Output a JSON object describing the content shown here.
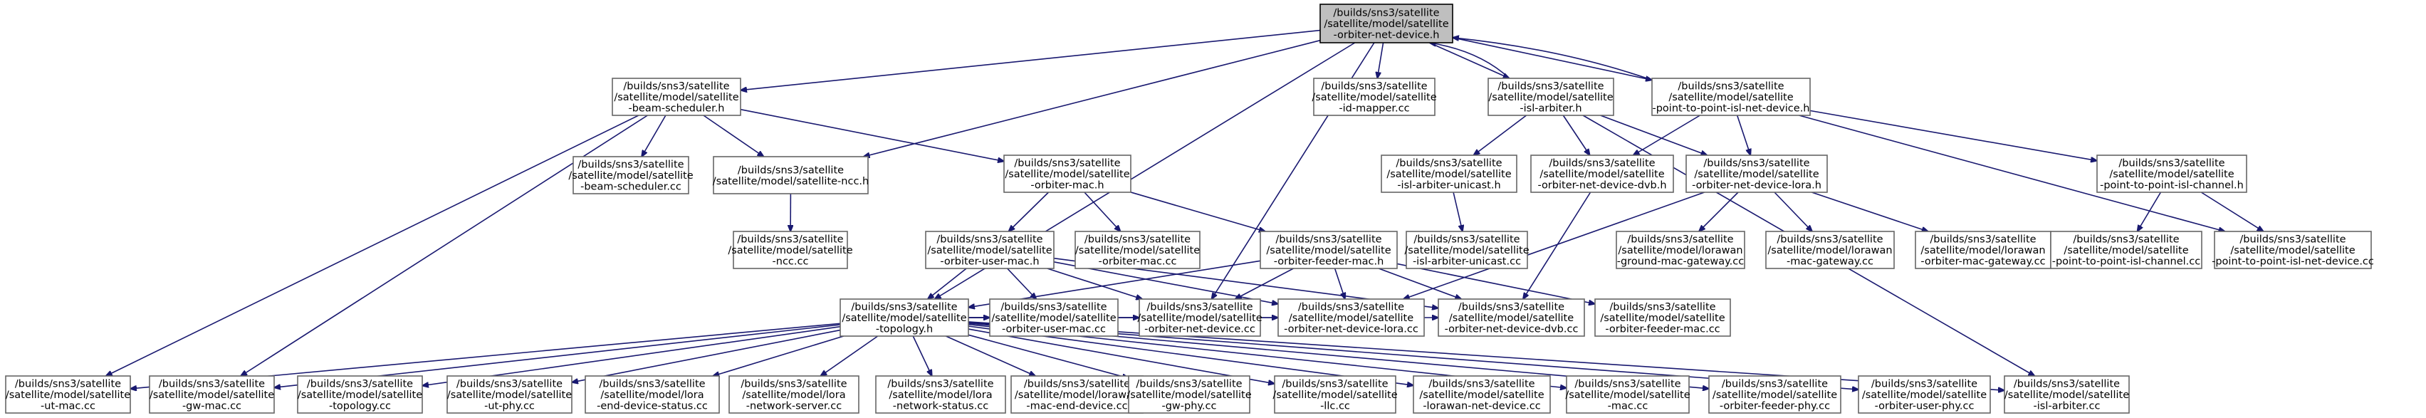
{
  "graph": {
    "type": "include-dependency-graph",
    "colors": {
      "edge": "#191970",
      "node_border": "#666666",
      "root_fill": "#bfbfbf"
    },
    "nodes": [
      {
        "id": "root",
        "lines": [
          "/builds/sns3/satellite",
          "/satellite/model/satellite",
          "-orbiter-net-device.h"
        ]
      },
      {
        "id": "beam_sched_h",
        "lines": [
          "/builds/sns3/satellite",
          "/satellite/model/satellite",
          "-beam-scheduler.h"
        ]
      },
      {
        "id": "id_mapper_cc",
        "lines": [
          "/builds/sns3/satellite",
          "/satellite/model/satellite",
          "-id-mapper.cc"
        ]
      },
      {
        "id": "isl_arbiter_h",
        "lines": [
          "/builds/sns3/satellite",
          "/satellite/model/satellite",
          "-isl-arbiter.h"
        ]
      },
      {
        "id": "p2p_isl_nd_h",
        "lines": [
          "/builds/sns3/satellite",
          "/satellite/model/satellite",
          "-point-to-point-isl-net-device.h"
        ]
      },
      {
        "id": "beam_sched_cc",
        "lines": [
          "/builds/sns3/satellite",
          "/satellite/model/satellite",
          "-beam-scheduler.cc"
        ]
      },
      {
        "id": "ncc_h",
        "lines": [
          "/builds/sns3/satellite",
          "/satellite/model/satellite-ncc.h"
        ]
      },
      {
        "id": "orbiter_mac_h",
        "lines": [
          "/builds/sns3/satellite",
          "/satellite/model/satellite",
          "-orbiter-mac.h"
        ]
      },
      {
        "id": "isl_unicast_h",
        "lines": [
          "/builds/sns3/satellite",
          "/satellite/model/satellite",
          "-isl-arbiter-unicast.h"
        ]
      },
      {
        "id": "ond_dvb_h",
        "lines": [
          "/builds/sns3/satellite",
          "/satellite/model/satellite",
          "-orbiter-net-device-dvb.h"
        ]
      },
      {
        "id": "ond_lora_h",
        "lines": [
          "/builds/sns3/satellite",
          "/satellite/model/satellite",
          "-orbiter-net-device-lora.h"
        ]
      },
      {
        "id": "p2p_isl_ch_h",
        "lines": [
          "/builds/sns3/satellite",
          "/satellite/model/satellite",
          "-point-to-point-isl-channel.h"
        ]
      },
      {
        "id": "ncc_cc",
        "lines": [
          "/builds/sns3/satellite",
          "/satellite/model/satellite",
          "-ncc.cc"
        ]
      },
      {
        "id": "user_mac_h",
        "lines": [
          "/builds/sns3/satellite",
          "/satellite/model/satellite",
          "-orbiter-user-mac.h"
        ]
      },
      {
        "id": "orbiter_mac_cc",
        "lines": [
          "/builds/sns3/satellite",
          "/satellite/model/satellite",
          "-orbiter-mac.cc"
        ]
      },
      {
        "id": "feeder_mac_h",
        "lines": [
          "/builds/sns3/satellite",
          "/satellite/model/satellite",
          "-orbiter-feeder-mac.h"
        ]
      },
      {
        "id": "isl_unicast_cc",
        "lines": [
          "/builds/sns3/satellite",
          "/satellite/model/satellite",
          "-isl-arbiter-unicast.cc"
        ]
      },
      {
        "id": "ground_gw_cc",
        "lines": [
          "/builds/sns3/satellite",
          "/satellite/model/lorawan",
          "-ground-mac-gateway.cc"
        ]
      },
      {
        "id": "mac_gw_cc",
        "lines": [
          "/builds/sns3/satellite",
          "/satellite/model/lorawan",
          "-mac-gateway.cc"
        ]
      },
      {
        "id": "orbiter_gw_cc",
        "lines": [
          "/builds/sns3/satellite",
          "/satellite/model/lorawan",
          "-orbiter-mac-gateway.cc"
        ]
      },
      {
        "id": "p2p_isl_ch_cc",
        "lines": [
          "/builds/sns3/satellite",
          "/satellite/model/satellite",
          "-point-to-point-isl-channel.cc"
        ]
      },
      {
        "id": "p2p_isl_nd_cc",
        "lines": [
          "/builds/sns3/satellite",
          "/satellite/model/satellite",
          "-point-to-point-isl-net-device.cc"
        ]
      },
      {
        "id": "topology_h",
        "lines": [
          "/builds/sns3/satellite",
          "/satellite/model/satellite",
          "-topology.h"
        ]
      },
      {
        "id": "user_mac_cc",
        "lines": [
          "/builds/sns3/satellite",
          "/satellite/model/satellite",
          "-orbiter-user-mac.cc"
        ]
      },
      {
        "id": "ond_cc",
        "lines": [
          "/builds/sns3/satellite",
          "/satellite/model/satellite",
          "-orbiter-net-device.cc"
        ]
      },
      {
        "id": "ond_lora_cc",
        "lines": [
          "/builds/sns3/satellite",
          "/satellite/model/satellite",
          "-orbiter-net-device-lora.cc"
        ]
      },
      {
        "id": "ond_dvb_cc",
        "lines": [
          "/builds/sns3/satellite",
          "/satellite/model/satellite",
          "-orbiter-net-device-dvb.cc"
        ]
      },
      {
        "id": "feeder_mac_cc",
        "lines": [
          "/builds/sns3/satellite",
          "/satellite/model/satellite",
          "-orbiter-feeder-mac.cc"
        ]
      },
      {
        "id": "ut_mac_cc",
        "lines": [
          "/builds/sns3/satellite",
          "/satellite/model/satellite",
          "-ut-mac.cc"
        ]
      },
      {
        "id": "gw_mac_cc",
        "lines": [
          "/builds/sns3/satellite",
          "/satellite/model/satellite",
          "-gw-mac.cc"
        ]
      },
      {
        "id": "topology_cc",
        "lines": [
          "/builds/sns3/satellite",
          "/satellite/model/satellite",
          "-topology.cc"
        ]
      },
      {
        "id": "ut_phy_cc",
        "lines": [
          "/builds/sns3/satellite",
          "/satellite/model/satellite",
          "-ut-phy.cc"
        ]
      },
      {
        "id": "lora_eds_cc",
        "lines": [
          "/builds/sns3/satellite",
          "/satellite/model/lora",
          "-end-device-status.cc"
        ]
      },
      {
        "id": "lora_ns_cc",
        "lines": [
          "/builds/sns3/satellite",
          "/satellite/model/lora",
          "-network-server.cc"
        ]
      },
      {
        "id": "lora_nst_cc",
        "lines": [
          "/builds/sns3/satellite",
          "/satellite/model/lora",
          "-network-status.cc"
        ]
      },
      {
        "id": "lorawan_ed_cc",
        "lines": [
          "/builds/sns3/satellite",
          "/satellite/model/lorawan",
          "-mac-end-device.cc"
        ]
      },
      {
        "id": "gw_phy_cc",
        "lines": [
          "/builds/sns3/satellite",
          "/satellite/model/satellite",
          "-gw-phy.cc"
        ]
      },
      {
        "id": "llc_cc",
        "lines": [
          "/builds/sns3/satellite",
          "/satellite/model/satellite",
          "-llc.cc"
        ]
      },
      {
        "id": "lorawan_nd_cc",
        "lines": [
          "/builds/sns3/satellite",
          "/satellite/model/satellite",
          "-lorawan-net-device.cc"
        ]
      },
      {
        "id": "mac_cc",
        "lines": [
          "/builds/sns3/satellite",
          "/satellite/model/satellite",
          "-mac.cc"
        ]
      },
      {
        "id": "feeder_phy_cc",
        "lines": [
          "/builds/sns3/satellite",
          "/satellite/model/satellite",
          "-orbiter-feeder-phy.cc"
        ]
      },
      {
        "id": "user_phy_cc",
        "lines": [
          "/builds/sns3/satellite",
          "/satellite/model/satellite",
          "-orbiter-user-phy.cc"
        ]
      },
      {
        "id": "isl_arbiter_cc",
        "lines": [
          "/builds/sns3/satellite",
          "/satellite/model/satellite",
          "-isl-arbiter.cc"
        ]
      }
    ],
    "edges": [
      [
        "root",
        "beam_sched_h"
      ],
      [
        "root",
        "id_mapper_cc"
      ],
      [
        "root",
        "isl_arbiter_h"
      ],
      [
        "root",
        "p2p_isl_nd_h"
      ],
      [
        "root",
        "ncc_h"
      ],
      [
        "root",
        "topology_h"
      ],
      [
        "root",
        "ond_cc"
      ],
      [
        "isl_arbiter_h",
        "root"
      ],
      [
        "p2p_isl_nd_h",
        "root"
      ],
      [
        "beam_sched_h",
        "beam_sched_cc"
      ],
      [
        "beam_sched_h",
        "ncc_h"
      ],
      [
        "beam_sched_h",
        "orbiter_mac_h"
      ],
      [
        "beam_sched_h",
        "ut_mac_cc"
      ],
      [
        "beam_sched_h",
        "gw_mac_cc"
      ],
      [
        "ncc_h",
        "ncc_cc"
      ],
      [
        "isl_arbiter_h",
        "isl_unicast_h"
      ],
      [
        "isl_arbiter_h",
        "ond_dvb_h"
      ],
      [
        "isl_arbiter_h",
        "ond_lora_h"
      ],
      [
        "isl_arbiter_h",
        "isl_arbiter_cc"
      ],
      [
        "p2p_isl_nd_h",
        "ond_dvb_h"
      ],
      [
        "p2p_isl_nd_h",
        "ond_lora_h"
      ],
      [
        "p2p_isl_nd_h",
        "p2p_isl_ch_h"
      ],
      [
        "p2p_isl_nd_h",
        "p2p_isl_nd_cc"
      ],
      [
        "isl_unicast_h",
        "isl_unicast_cc"
      ],
      [
        "ond_dvb_h",
        "ond_dvb_cc"
      ],
      [
        "ond_lora_h",
        "ground_gw_cc"
      ],
      [
        "ond_lora_h",
        "mac_gw_cc"
      ],
      [
        "ond_lora_h",
        "orbiter_gw_cc"
      ],
      [
        "ond_lora_h",
        "ond_lora_cc"
      ],
      [
        "p2p_isl_ch_h",
        "p2p_isl_ch_cc"
      ],
      [
        "p2p_isl_ch_h",
        "p2p_isl_nd_cc"
      ],
      [
        "orbiter_mac_h",
        "user_mac_h"
      ],
      [
        "orbiter_mac_h",
        "orbiter_mac_cc"
      ],
      [
        "orbiter_mac_h",
        "feeder_mac_h"
      ],
      [
        "user_mac_h",
        "topology_h"
      ],
      [
        "user_mac_h",
        "user_mac_cc"
      ],
      [
        "user_mac_h",
        "ond_cc"
      ],
      [
        "user_mac_h",
        "ond_lora_cc"
      ],
      [
        "user_mac_h",
        "ond_dvb_cc"
      ],
      [
        "feeder_mac_h",
        "topology_h"
      ],
      [
        "feeder_mac_h",
        "ond_cc"
      ],
      [
        "feeder_mac_h",
        "ond_lora_cc"
      ],
      [
        "feeder_mac_h",
        "ond_dvb_cc"
      ],
      [
        "feeder_mac_h",
        "feeder_mac_cc"
      ],
      [
        "topology_h",
        "ut_mac_cc"
      ],
      [
        "topology_h",
        "gw_mac_cc"
      ],
      [
        "topology_h",
        "topology_cc"
      ],
      [
        "topology_h",
        "ut_phy_cc"
      ],
      [
        "topology_h",
        "lora_eds_cc"
      ],
      [
        "topology_h",
        "lora_ns_cc"
      ],
      [
        "topology_h",
        "lora_nst_cc"
      ],
      [
        "topology_h",
        "lorawan_ed_cc"
      ],
      [
        "topology_h",
        "gw_phy_cc"
      ],
      [
        "topology_h",
        "llc_cc"
      ],
      [
        "topology_h",
        "lorawan_nd_cc"
      ],
      [
        "topology_h",
        "mac_cc"
      ],
      [
        "topology_h",
        "feeder_phy_cc"
      ],
      [
        "topology_h",
        "user_phy_cc"
      ],
      [
        "topology_h",
        "isl_arbiter_cc"
      ],
      [
        "topology_h",
        "user_mac_cc"
      ],
      [
        "topology_h",
        "ond_cc"
      ],
      [
        "topology_h",
        "ond_lora_cc"
      ],
      [
        "topology_h",
        "ond_dvb_cc"
      ]
    ]
  }
}
